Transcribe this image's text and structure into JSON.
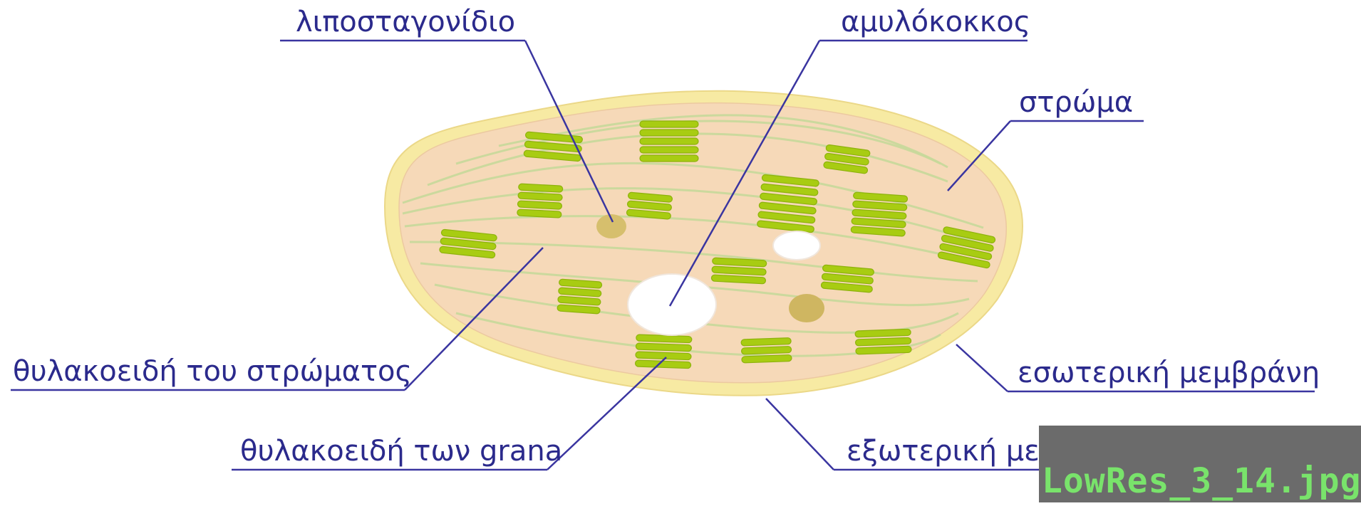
{
  "labels": {
    "lipid_droplet": "λιποσταγονίδιο",
    "starch_grain": "αμυλόκοκκος",
    "stroma": "στρώμα",
    "stroma_thylakoids": "θυλακοειδή του στρώματος",
    "inner_membrane": "εσωτερική μεμβράνη",
    "grana_thylakoids": "θυλακοειδή των grana",
    "outer_membrane": "εξωτερική μεμβράνη"
  },
  "watermark": "LowRes_3_14.jpg",
  "colors": {
    "label_text": "#2b2a8c",
    "leader_line": "#3a35a0",
    "outer_membrane": "#f7eaa3",
    "stroma": "#f6d9b8",
    "thylakoid": "#c6d89a",
    "grana": "#a8cc12",
    "lipid_droplet": "#d6bf6d",
    "starch_grain": "#ffffff",
    "watermark_bg": "#6b6b6b",
    "watermark_text": "#79e36b"
  }
}
